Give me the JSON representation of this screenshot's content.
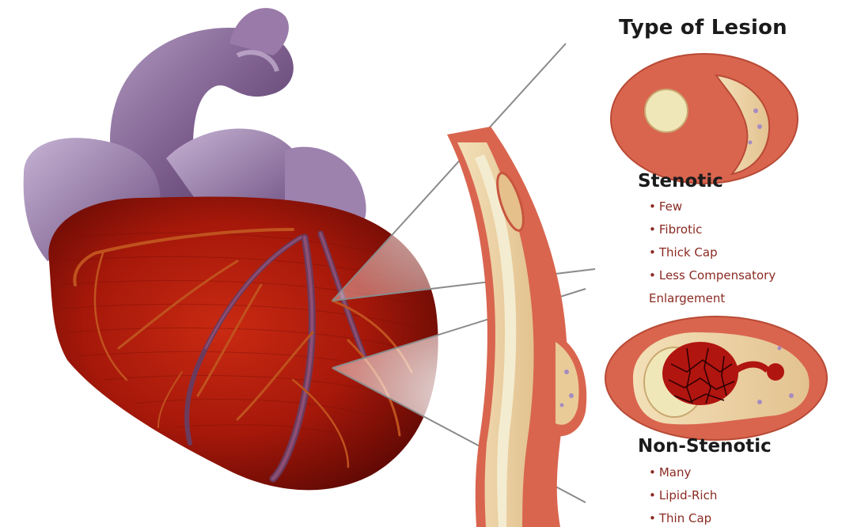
{
  "title": "Type of Lesion",
  "stenotic": {
    "heading": "Stenotic",
    "features": [
      "Few",
      "Fibrotic",
      "Thick Cap",
      "Less Compensatory Enlargement"
    ]
  },
  "non_stenotic": {
    "heading": "Non-Stenotic",
    "features": [
      "Many",
      "Lipid-Rich",
      "Thin Cap"
    ]
  },
  "colors": {
    "artery_wall": "#d9654f",
    "plaque": "#ecd3a6",
    "lumen": "#f0e7b8",
    "lipid_core": "#b0150f",
    "heart": "#a8170c",
    "aorta": "#8c6f98"
  }
}
